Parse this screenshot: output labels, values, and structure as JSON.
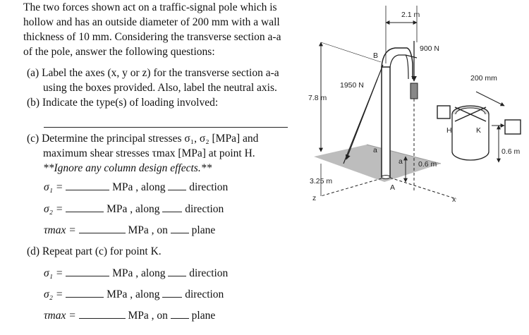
{
  "problem": {
    "intro_lines": [
      "The two forces shown act on a traffic-signal pole which is",
      "hollow and has an outside diameter of 200 mm with a wall",
      "thickness of 10 mm. Considering the transverse section a-a",
      "of the pole, answer the following questions:"
    ],
    "part_a_line1": "(a) Label the axes (x, y or z) for the transverse section a-a",
    "part_a_line2": "using the boxes provided. Also, label the neutral axis.",
    "part_b": "(b) Indicate the type(s) of loading involved:",
    "part_c_line1": "(c) Determine the principal stresses σ₁, σ₂ [MPa] and",
    "part_c_line2": "maximum shear stresses τmax [MPa] at point H.",
    "part_c_line3": "**Ignore any column design effects.**",
    "part_d": "(d) Repeat part (c) for point K."
  },
  "answer_rows": {
    "sigma1": {
      "symbol": "σ₁ =",
      "unit": "MPa , along",
      "tail": "direction"
    },
    "sigma2": {
      "symbol": "σ₂ =",
      "unit": "MPa , along",
      "tail": "direction"
    },
    "tau": {
      "symbol": "τmax =",
      "unit": "MPa , on",
      "tail": "plane"
    }
  },
  "figure": {
    "dim_21": "2.1 m",
    "force_900": "900 N",
    "point_b": "B",
    "force_1950": "1950 N",
    "dim_78": "7.8 m",
    "section_a": "a",
    "point_a": "A",
    "dim_325": "3.25 m",
    "axis_z": "z",
    "axis_x": "x",
    "dim_06_left": "0.6 m",
    "dim_200mm": "200 mm",
    "point_h": "H",
    "point_k": "K",
    "dim_06_right": "0.6 m"
  }
}
